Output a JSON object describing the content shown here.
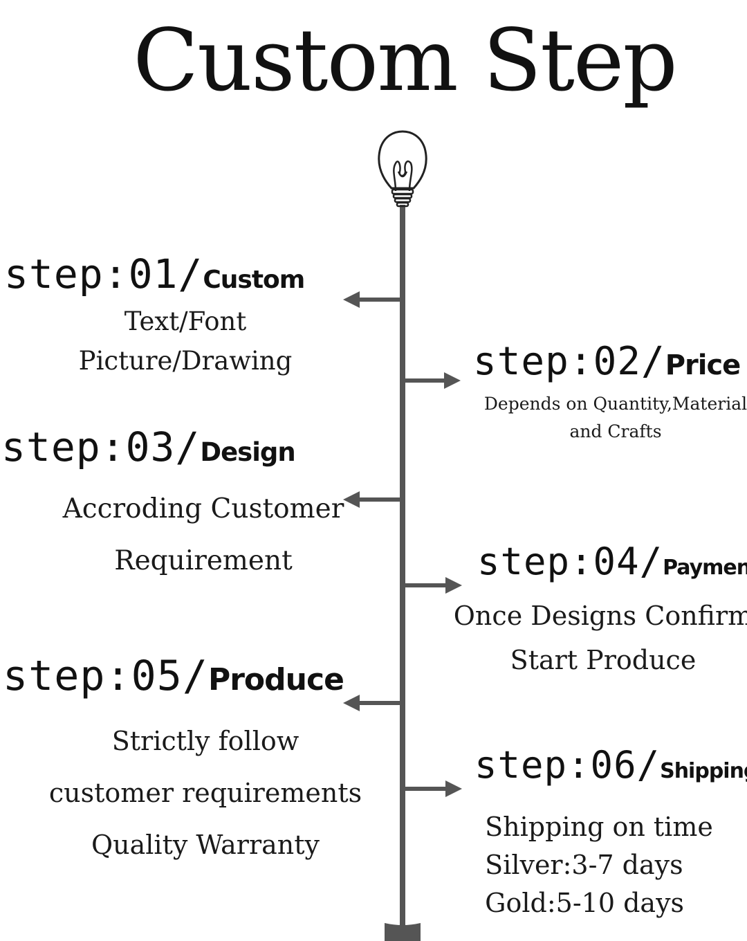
{
  "page": {
    "title": "Custom Step"
  },
  "steps": [
    {
      "number": "step:01/",
      "name": "Custom",
      "lines": [
        "Text/Font",
        "Picture/Drawing"
      ]
    },
    {
      "number": "step:02/",
      "name": "Price",
      "lines": [
        "Depends on Quantity,Material",
        "and Crafts"
      ]
    },
    {
      "number": "step:03/",
      "name": "Design",
      "lines": [
        "Accroding Customer",
        "Requirement"
      ]
    },
    {
      "number": "step:04/",
      "name": "Payment",
      "lines": [
        "Once Designs Confirm",
        "Start Produce"
      ]
    },
    {
      "number": "step:05/",
      "name": "Produce",
      "lines": [
        "Strictly follow",
        "customer requirements",
        "Quality Warranty"
      ]
    },
    {
      "number": "step:06/",
      "name": "Shipping",
      "lines": [
        "Shipping on time",
        "Silver:3-7 days",
        "Gold:5-10 days"
      ]
    }
  ],
  "colors": {
    "line": "#555555",
    "text": "#111111"
  },
  "icons": {
    "top": "light-bulb-icon"
  }
}
